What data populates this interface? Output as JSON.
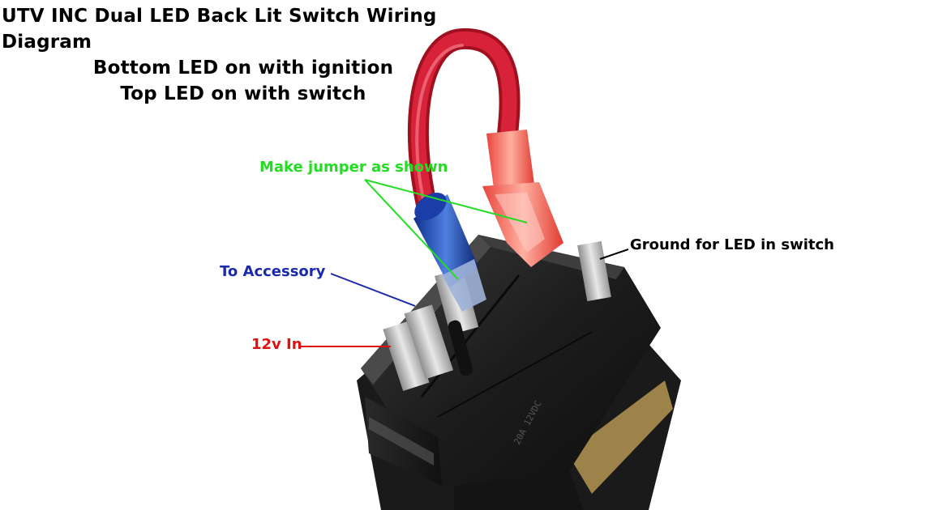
{
  "title": {
    "line1": "UTV INC Dual LED Back Lit Switch Wiring Diagram",
    "line2": "Bottom LED on with ignition",
    "line3": "Top LED on with switch"
  },
  "labels": {
    "jumper": "Make jumper as shown",
    "ground": "Ground for LED in switch",
    "accessory": "To Accessory",
    "power_in": "12v In"
  },
  "colors": {
    "jumper_label": "#22dd22",
    "accessory_label": "#1a2aaa",
    "power_label": "#dd1111",
    "ground_label": "#000000",
    "wire": "#c8102e"
  }
}
